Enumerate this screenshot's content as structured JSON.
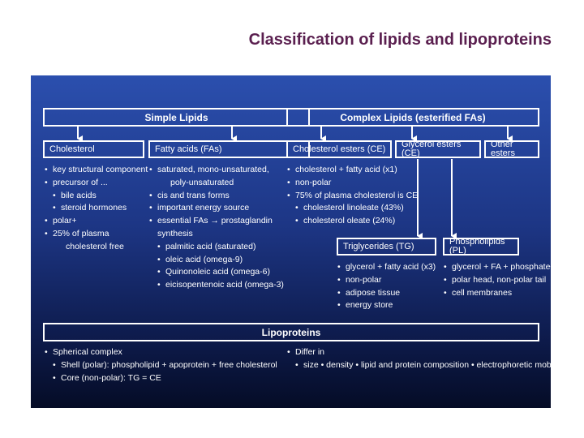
{
  "title": "Classification of lipids and lipoproteins",
  "simple_lipids": {
    "header": "Simple Lipids",
    "cholesterol": {
      "label": "Cholesterol",
      "items": [
        {
          "text": "key structural component",
          "style": "bullet"
        },
        {
          "text": "precursor of ...",
          "style": "bullet"
        },
        {
          "text": "bile acids",
          "style": "ind"
        },
        {
          "text": "steroid hormones",
          "style": "ind"
        },
        {
          "text": "polar+",
          "style": "bullet"
        },
        {
          "text": "25% of plasma",
          "style": "bullet"
        },
        {
          "text": "cholesterol free",
          "style": "cont"
        }
      ]
    },
    "fatty_acids": {
      "label": "Fatty acids (FAs)",
      "items": [
        {
          "text": "saturated, mono-unsaturated,",
          "style": "bullet"
        },
        {
          "text": "poly-unsaturated",
          "style": "cont"
        },
        {
          "text": "cis and trans forms",
          "style": "bullet"
        },
        {
          "text": "important energy source",
          "style": "bullet"
        },
        {
          "text": "essential FAs → prostaglandin",
          "style": "bullet"
        },
        {
          "text": "synthesis",
          "style": "cont2"
        },
        {
          "text": "palmitic acid (saturated)",
          "style": "ind"
        },
        {
          "text": "oleic acid (omega-9)",
          "style": "ind"
        },
        {
          "text": "Quinonoleic acid (omega-6)",
          "style": "ind"
        },
        {
          "text": "eicisopentenoic acid (omega-3)",
          "style": "ind"
        }
      ]
    }
  },
  "complex_lipids": {
    "header": "Complex Lipids  (esterified FAs)",
    "cholesterol_esters": {
      "label": "Cholesterol esters (CE)",
      "items": [
        {
          "text": "cholesterol + fatty acid (x1)",
          "style": "bullet"
        },
        {
          "text": "non-polar",
          "style": "bullet"
        },
        {
          "text": "75% of plasma cholesterol is CE",
          "style": "bullet"
        },
        {
          "text": "cholesterol linoleate (43%)",
          "style": "ind"
        },
        {
          "text": "cholesterol oleate (24%)",
          "style": "ind"
        }
      ]
    },
    "glycerol_esters": {
      "label": "Glycerol esters (CE)"
    },
    "other_esters": {
      "label": "Other esters"
    },
    "triglycerides": {
      "label": "Triglycerides (TG)",
      "items": [
        {
          "text": "glycerol + fatty acid (x3)",
          "style": "bullet"
        },
        {
          "text": "non-polar",
          "style": "bullet"
        },
        {
          "text": "adipose tissue",
          "style": "bullet"
        },
        {
          "text": "energy store",
          "style": "bullet"
        }
      ]
    },
    "phospholipids": {
      "label": "Phospholipids (PL)",
      "items": [
        {
          "text": "glycerol + FA + phosphate•",
          "style": "bullet"
        },
        {
          "text": "polar head, non-polar tail",
          "style": "bullet"
        },
        {
          "text": "cell membranes",
          "style": "bullet"
        }
      ]
    }
  },
  "lipoproteins": {
    "header": "Lipoproteins",
    "left_items": [
      {
        "text": "Spherical complex",
        "style": "bullet"
      },
      {
        "text": "Shell (polar): phospholipid + apoprotein + free cholesterol",
        "style": "ind"
      },
      {
        "text": "Core (non-polar): TG = CE",
        "style": "ind"
      }
    ],
    "right_items": [
      {
        "text": "Differ in",
        "style": "bullet"
      },
      {
        "text": "size  •  density  •  lipid and protein composition  • electrophoretic mobility",
        "style": "ind"
      }
    ]
  },
  "colors": {
    "title": "#5a1f4f",
    "panel_top": "#2b4fae",
    "panel_bottom": "#050c26",
    "line": "#ffffff"
  }
}
